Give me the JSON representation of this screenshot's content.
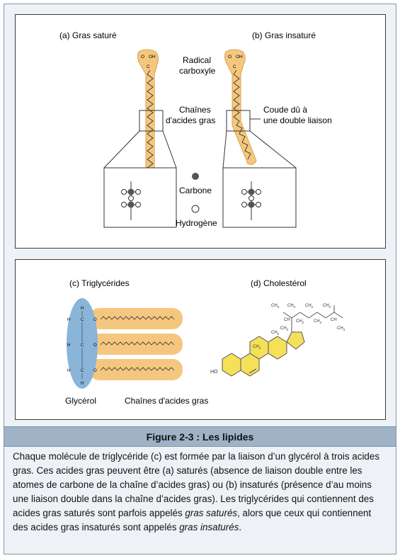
{
  "panel_top": {
    "label_a": "(a) Gras saturé",
    "label_b": "(b) Gras insaturé",
    "radical_line1": "Radical",
    "radical_line2": "carboxyle",
    "chaines_line1": "Chaînes",
    "chaines_line2": "d'acides gras",
    "coude_line1": "Coude dû à",
    "coude_line2": "une double liaison",
    "carbone": "Carbone",
    "hydrogene": "Hydrogène",
    "atom_o": "O",
    "atom_oh": "OH",
    "atom_c": "C"
  },
  "panel_bottom": {
    "label_c": "(c) Triglycérides",
    "label_d": "(d) Cholestérol",
    "glycerol": "Glycérol",
    "chaines": "Chaînes d'acides gras",
    "ho": "HO",
    "ch3": "CH",
    "ch": "CH",
    "ch2": "CH",
    "sub3": "3",
    "sub2": "2",
    "atom_h": "H",
    "atom_c": "C",
    "atom_o": "O"
  },
  "caption": {
    "title": "Figure 2-3 : Les lipides",
    "text_main": "Chaque molécule de triglycéride (c) est formée par la liaison d’un glycérol à trois acides gras. Ces acides gras peuvent être (a) saturés (absence de liaison double entre les atomes de carbone de la chaîne d’acides gras) ou (b) insaturés (présence d’au moins une liaison double dans la chaîne d’acides gras). Les triglycérides qui contiennent des acides gras saturés sont parfois appelés ",
    "em1": "gras saturés",
    "text_mid": ", alors que ceux qui contiennent des acides gras insaturés sont appelés ",
    "em2": "gras insaturés",
    "text_end": "."
  },
  "colors": {
    "fatty_acid": "#f5c77e",
    "glycerol": "#8ab4d8",
    "cholesterol": "#f5e05a",
    "carbon": "#555555"
  }
}
